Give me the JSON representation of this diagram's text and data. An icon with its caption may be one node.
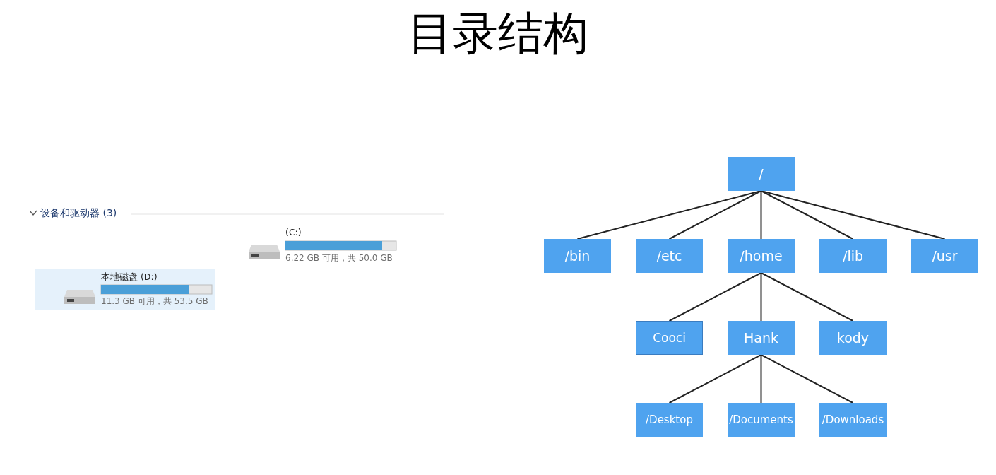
{
  "diagram": {
    "title": "目录结构",
    "nodes": [
      {
        "text": [
          "/"
        ]
      },
      {
        "text": [
          "/bin"
        ]
      },
      {
        "text": [
          "/etc"
        ]
      },
      {
        "text": [
          "/home"
        ]
      },
      {
        "text": [
          "/lib"
        ]
      },
      {
        "text": [
          "/usr"
        ]
      },
      {
        "text": [
          "Cooci"
        ]
      },
      {
        "text": [
          "Hank"
        ]
      },
      {
        "text": [
          "kody"
        ]
      },
      {
        "text": [
          "/Desktop"
        ]
      },
      {
        "text": [
          "/Documents"
        ]
      },
      {
        "text": [
          "/Downloads"
        ]
      }
    ],
    "edges": [
      {
        "from": 0,
        "to": 1,
        "arrow": "none"
      },
      {
        "from": 0,
        "to": 2,
        "arrow": "none"
      },
      {
        "from": 0,
        "to": 3,
        "arrow": "none"
      },
      {
        "from": 0,
        "to": 4,
        "arrow": "none"
      },
      {
        "from": 0,
        "to": 5,
        "arrow": "none"
      },
      {
        "from": 3,
        "to": 6,
        "arrow": "none"
      },
      {
        "from": 3,
        "to": 7,
        "arrow": "none"
      },
      {
        "from": 3,
        "to": 8,
        "arrow": "none"
      },
      {
        "from": 7,
        "to": 9,
        "arrow": "none"
      },
      {
        "from": 7,
        "to": 10,
        "arrow": "none"
      },
      {
        "from": 7,
        "to": 11,
        "arrow": "none"
      }
    ],
    "labels": [
      "设备和驱动器 (3)",
      "(C:)",
      "6.22 GB 可用，共 50.0 GB",
      "本地磁盘 (D:)",
      "11.3 GB 可用，共 53.5 GB"
    ]
  }
}
